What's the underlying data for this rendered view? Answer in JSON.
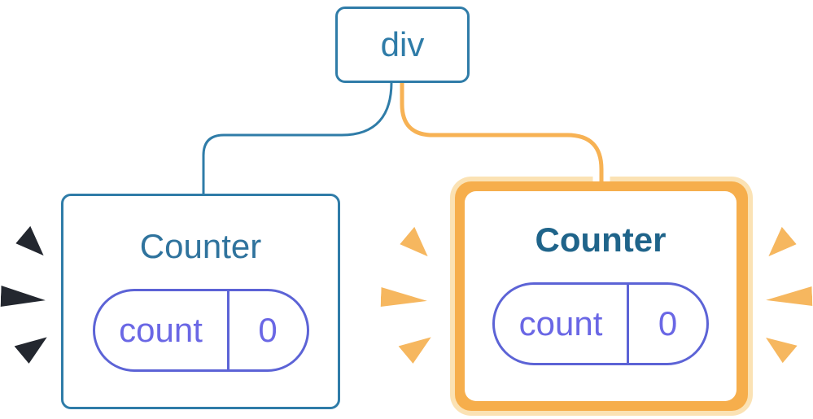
{
  "diagram": {
    "root": {
      "label": "div"
    },
    "connectors": {
      "left": {
        "color": "#2F7CA8",
        "style": "thin"
      },
      "right": {
        "core_color": "#F7B254",
        "casing_color": "#FFFFFF",
        "style": "highlighted"
      }
    },
    "children": [
      {
        "label": "Counter",
        "highlighted": false,
        "border_color": "#2F7CA8",
        "title_color": "#2F739D",
        "sparkle_color": "#23272F",
        "state": {
          "key": "count",
          "value": "0"
        }
      },
      {
        "label": "Counter",
        "highlighted": true,
        "highlight_ring_color": "#F6AE4C",
        "highlight_glow_color": "#FBE2B4",
        "title_color": "#1F648A",
        "sparkle_color": "#F6B75F",
        "state": {
          "key": "count",
          "value": "0"
        }
      }
    ],
    "state_pill": {
      "border_color": "#5C63D6",
      "text_color": "#6A67E5"
    }
  }
}
